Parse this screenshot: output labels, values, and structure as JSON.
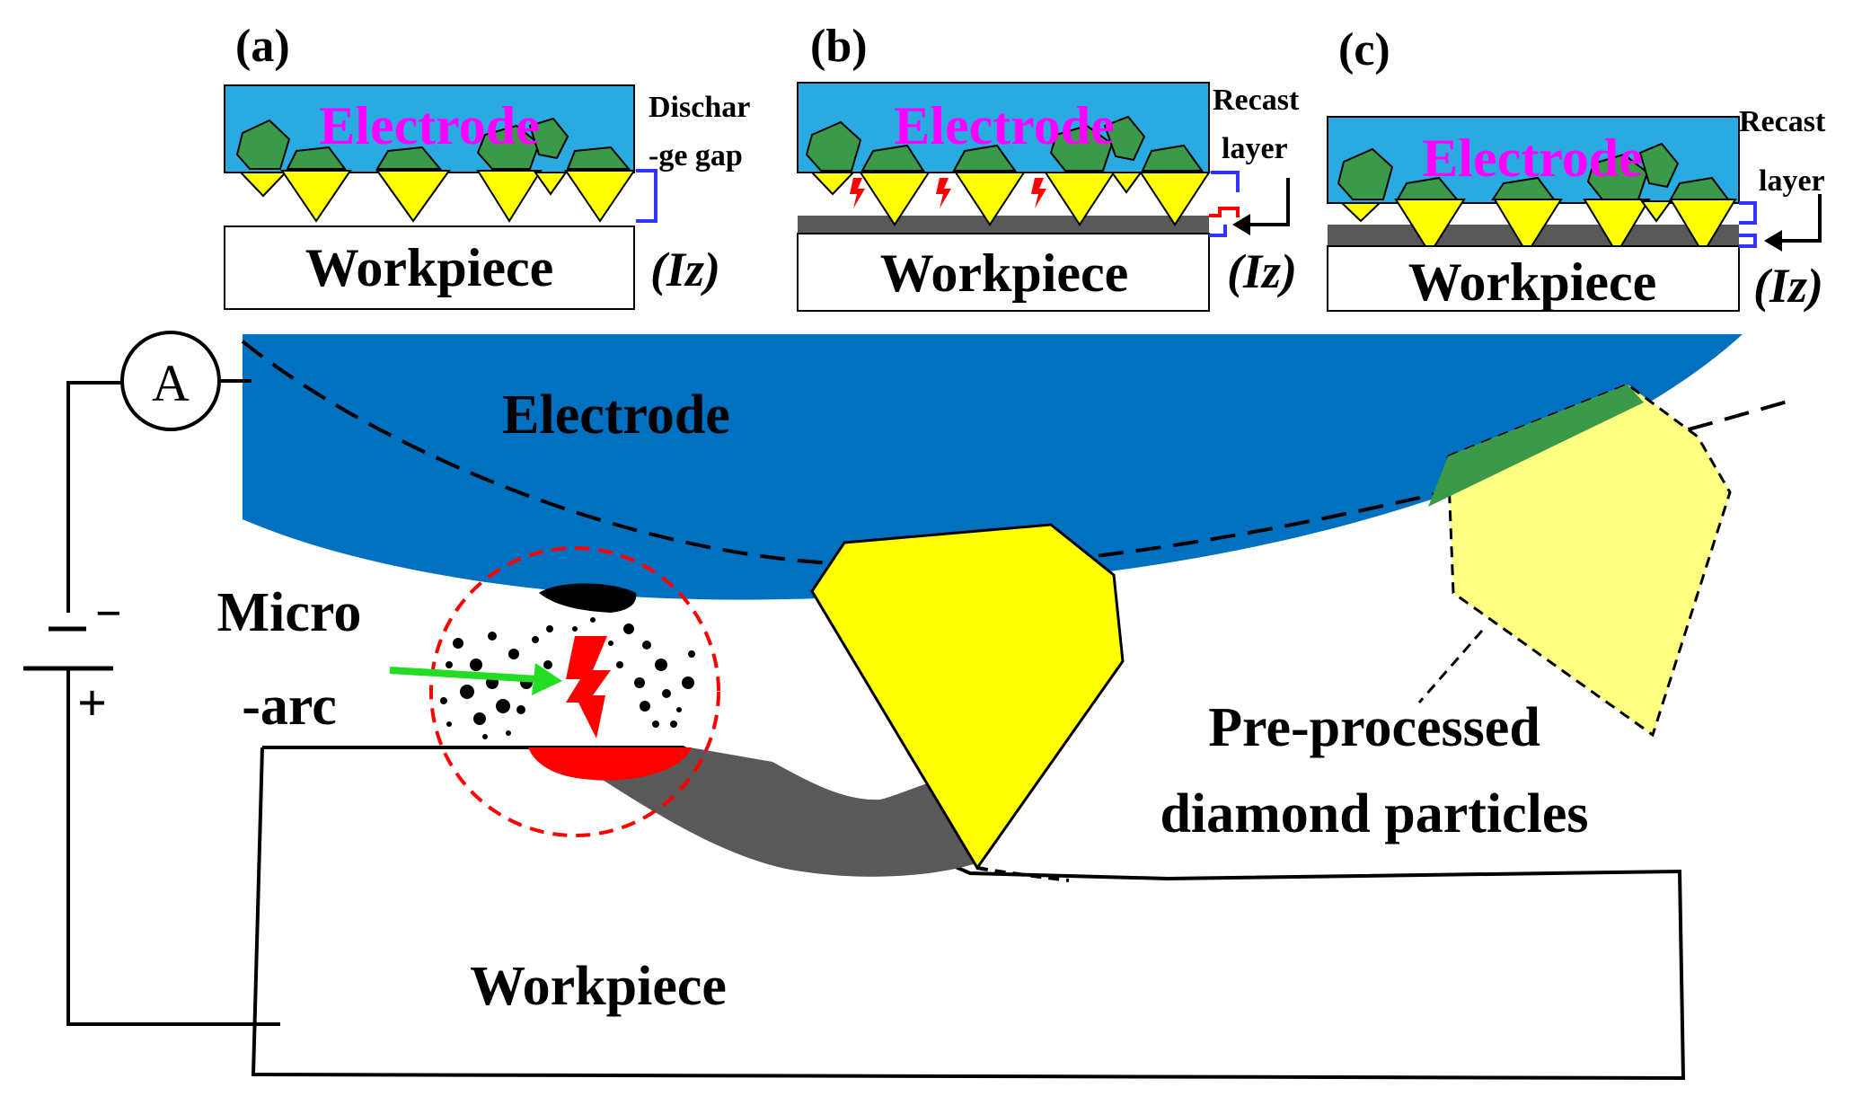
{
  "panels": [
    {
      "id": "a",
      "label": "(a)",
      "electrode": "Electrode",
      "workpiece": "Workpiece",
      "side_line1": "Dischar",
      "side_line2": "-ge gap",
      "current": "(Iz)"
    },
    {
      "id": "b",
      "label": "(b)",
      "electrode": "Electrode",
      "workpiece": "Workpiece",
      "side_line1": "Recast",
      "side_line2": "layer",
      "current": "(Iz)"
    },
    {
      "id": "c",
      "label": "(c)",
      "electrode": "Electrode",
      "workpiece": "Workpiece",
      "side_line1": "Recast",
      "side_line2": "layer",
      "current": "(Iz)"
    }
  ],
  "main": {
    "electrode": "Electrode",
    "workpiece": "Workpiece",
    "micro_arc_line1": "Micro",
    "micro_arc_line2": "-arc",
    "particles_line1": "Pre-processed",
    "particles_line2": "diamond particles",
    "ammeter": "A",
    "minus": "−",
    "plus": "+"
  },
  "colors": {
    "electrode_light": "#29abe2",
    "electrode_dark": "#0070c0",
    "electrode_text": "#ff00ff",
    "diamond_yellow": "#ffff00",
    "diamond_green": "#3a9a4a",
    "recast_gray": "#595959",
    "gap_blue": "#3333ff",
    "spark_red": "#ff0000",
    "arrow_green": "#22dd22"
  }
}
